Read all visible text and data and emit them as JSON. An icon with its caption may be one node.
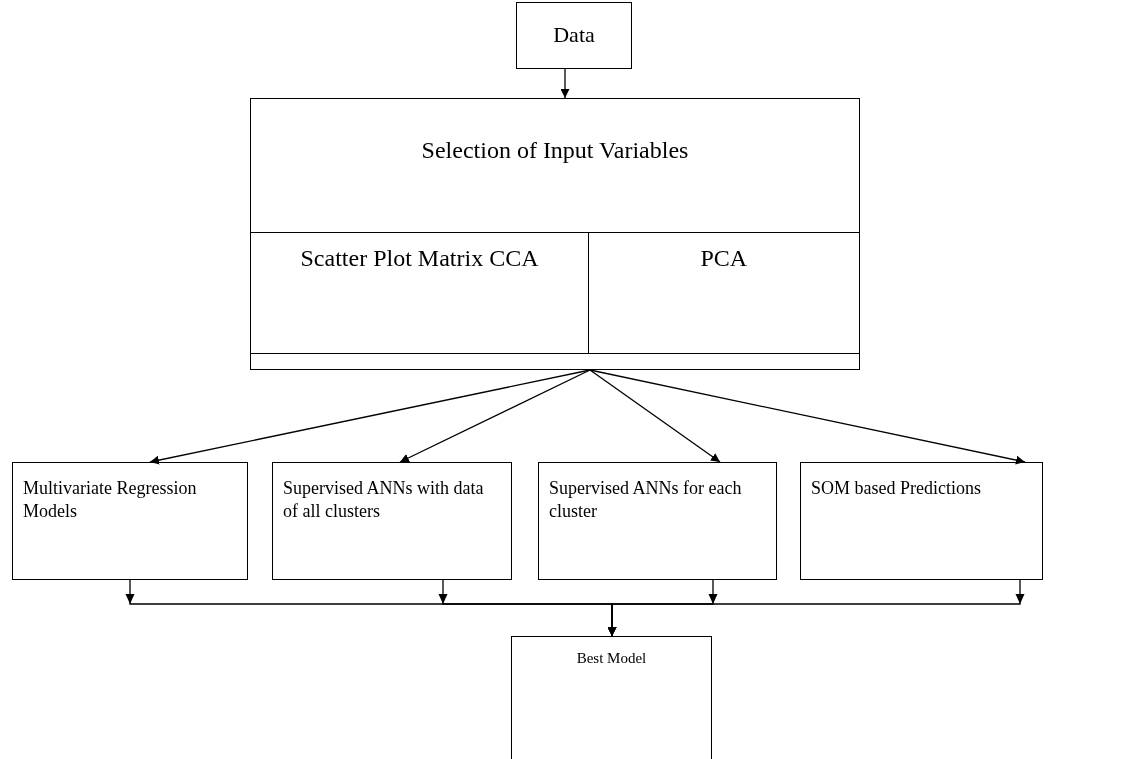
{
  "diagram": {
    "nodes": [
      {
        "text": [
          "Data"
        ]
      },
      {
        "text": [
          "Selection of Input Variables"
        ]
      },
      {
        "text": [
          "Scatter Plot Matrix CCA"
        ],
        "in": 1
      },
      {
        "text": [
          "PCA"
        ],
        "in": 1
      },
      {
        "text": [
          "Multivariate Regression Models"
        ]
      },
      {
        "text": [
          "Supervised ANNs with data of all clusters"
        ]
      },
      {
        "text": [
          "Supervised ANNs for each cluster"
        ]
      },
      {
        "text": [
          "SOM based Predictions"
        ]
      },
      {
        "text": [
          "Best Model"
        ]
      }
    ],
    "edges": [
      {
        "from": 0,
        "to": 1,
        "arrow": "to"
      },
      {
        "from": 1,
        "to": 4,
        "arrow": "to"
      },
      {
        "from": 1,
        "to": 5,
        "arrow": "to"
      },
      {
        "from": 1,
        "to": 6,
        "arrow": "to"
      },
      {
        "from": 1,
        "to": 7,
        "arrow": "to"
      },
      {
        "from": 4,
        "to": 8,
        "arrow": "to"
      },
      {
        "from": 5,
        "to": 8,
        "arrow": "to"
      },
      {
        "from": 6,
        "to": 8,
        "arrow": "to"
      },
      {
        "from": 7,
        "to": 8,
        "arrow": "to"
      }
    ]
  }
}
